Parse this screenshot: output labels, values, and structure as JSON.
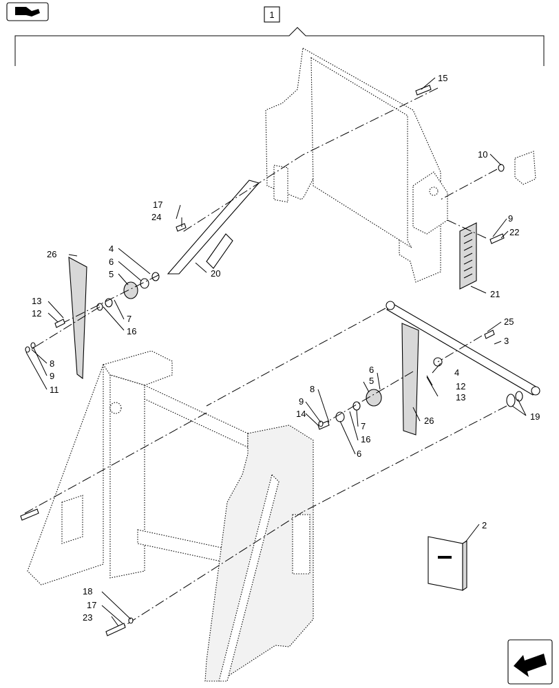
{
  "header": {
    "nav_icon": "book-arrow-icon"
  },
  "footer": {
    "nav_icon": "next-arrow-icon"
  },
  "diagram": {
    "assembly_number": "1",
    "callouts": {
      "c2": "2",
      "c3": "3",
      "c4a": "4",
      "c4b": "4",
      "c5a": "5",
      "c5b": "5",
      "c6a": "6",
      "c6b": "6",
      "c6c": "6",
      "c7a": "7",
      "c7b": "7",
      "c8a": "8",
      "c8b": "8",
      "c9a": "9",
      "c9b": "9",
      "c9c": "9",
      "c10": "10",
      "c11": "11",
      "c12a": "12",
      "c12b": "12",
      "c13a": "13",
      "c13b": "13",
      "c14": "14",
      "c15": "15",
      "c16a": "16",
      "c16b": "16",
      "c17a": "17",
      "c17b": "17",
      "c18": "18",
      "c19": "19",
      "c20": "20",
      "c21": "21",
      "c22": "22",
      "c23": "23",
      "c24": "24",
      "c25": "25",
      "c26a": "26",
      "c26b": "26"
    }
  }
}
